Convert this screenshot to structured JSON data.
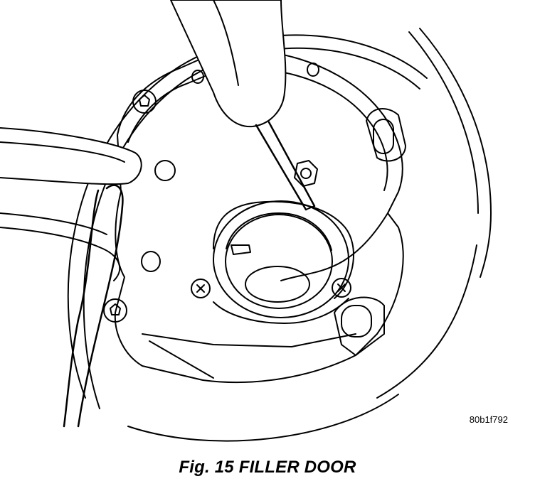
{
  "figure": {
    "reference_code": "80b1f792",
    "caption": "Fig. 15 FILLER DOOR"
  },
  "parts": {
    "housing": "fuel-filler-housing",
    "filler_neck": "filler-neck-opening",
    "tool": "screwdriver",
    "screws": [
      "torx-screw",
      "torx-screw",
      "hex-bolt",
      "screw",
      "screw"
    ],
    "hinge": "filler-door-hinge-arm"
  }
}
